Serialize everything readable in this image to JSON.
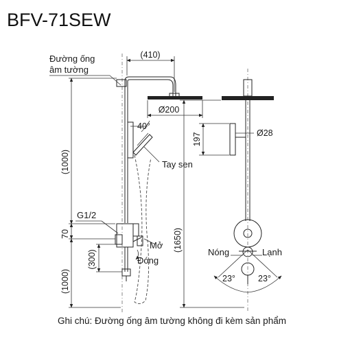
{
  "title": "BFV-71SEW",
  "labels": {
    "embedded_pipe": [
      "Đường ống",
      "âm tường"
    ],
    "hand_shower": "Tay sen",
    "thread": "G1/2",
    "open": "Mở",
    "close": "Đóng",
    "hot": "Nóng",
    "cold": "Lạnh"
  },
  "dimensions": {
    "arm_length": "(410)",
    "head_diameter": "Ø200",
    "angle_hand": "40°",
    "upper_height": "(1000)",
    "valve_offset": "70",
    "valve_drop": "(300)",
    "lower_height": "(1000)",
    "holder_height": "197",
    "hand_diameter": "Ø28",
    "total_height": "(1650)",
    "rot_left": "23°",
    "rot_right": "23°"
  },
  "note": "Ghi chú: Đường ống âm tường không đi kèm sản phẩm",
  "colors": {
    "line": "#222222",
    "text": "#1a1a1a",
    "background": "#ffffff"
  }
}
